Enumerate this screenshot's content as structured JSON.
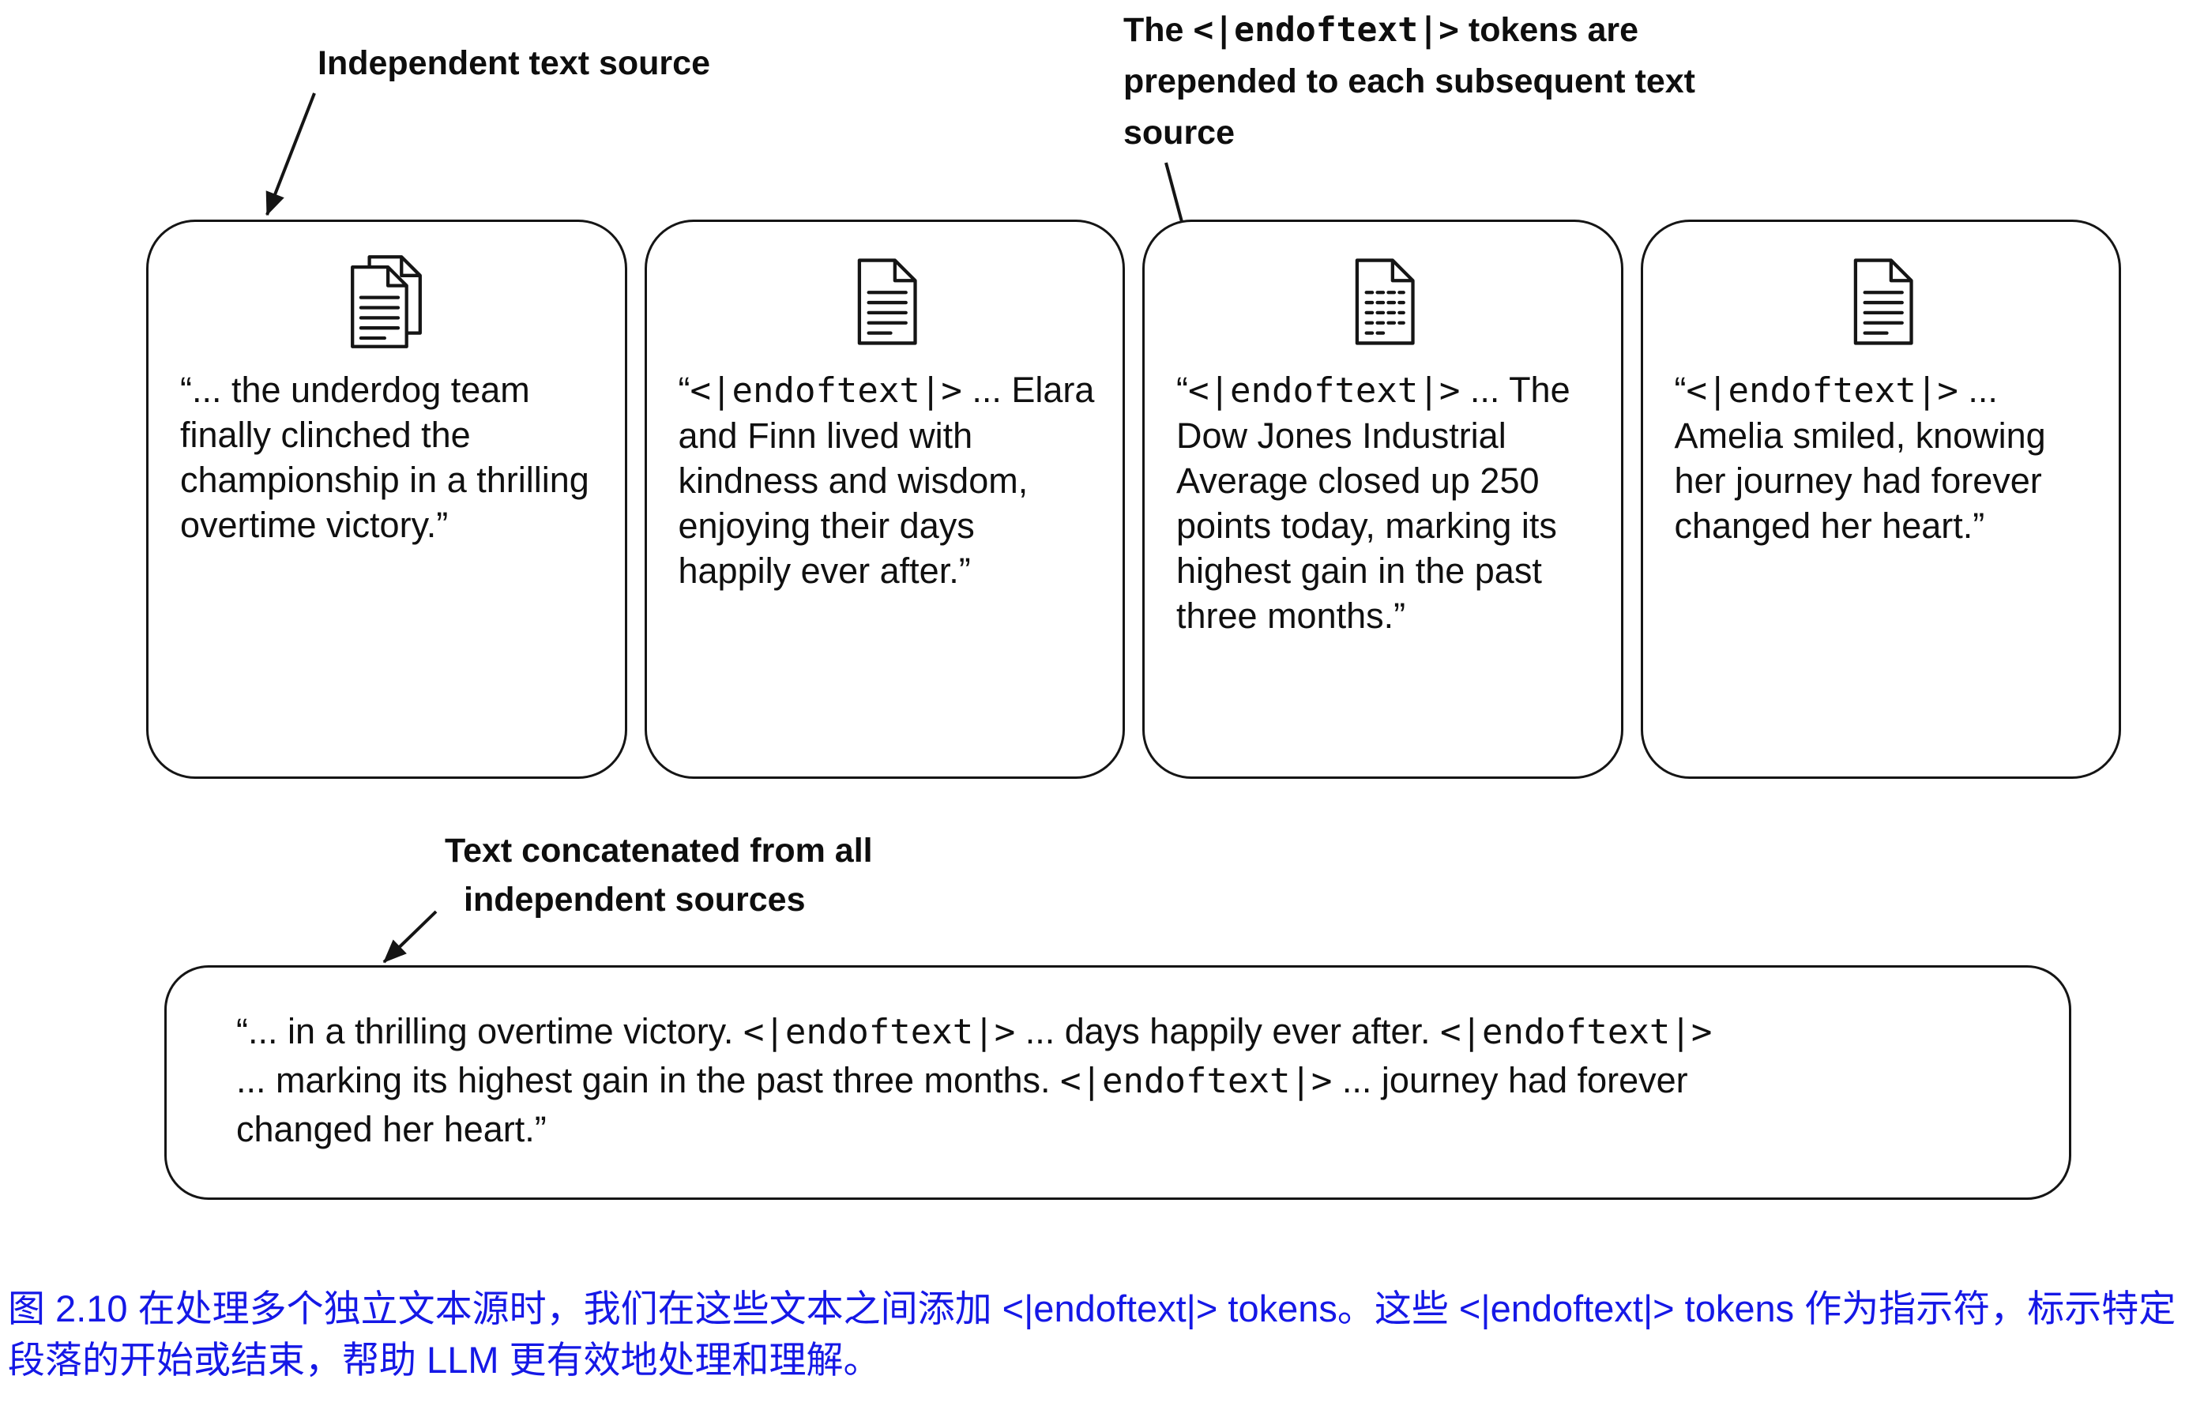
{
  "colors": {
    "caption": "#1518e6",
    "ink": "#151515"
  },
  "annotations": {
    "independent": {
      "text": "Independent text source"
    },
    "prepended": {
      "pre": "The ",
      "token": "<|endoftext|>",
      "post": " tokens are prepended to each subsequent text source"
    },
    "concatenated": {
      "line1": "Text concatenated from all",
      "line2": "independent sources"
    }
  },
  "boxes": [
    {
      "icon": "document-stack-icon",
      "text": "“... the underdog team finally clinched the championship in a thrilling overtime victory.”"
    },
    {
      "icon": "document-icon",
      "open": "“",
      "token": "<|endoftext|>",
      "rest": " ... Elara and Finn lived with kindness and wisdom, enjoying their days happily ever after.”"
    },
    {
      "icon": "document-dashed-icon",
      "open": "“",
      "token": "<|endoftext|>",
      "rest": " ... The Dow Jones Industrial Average closed up 250 points today, marking its highest gain in the past three months.”"
    },
    {
      "icon": "document-icon",
      "open": "“",
      "token": "<|endoftext|>",
      "rest": " ... Amelia smiled, knowing her journey had forever changed her heart.”"
    }
  ],
  "concatenated_box": {
    "lines": [
      [
        "“... in a thrilling overtime victory. ",
        "<|endoftext|>",
        " ... days happily ever after. ",
        "<|endoftext|>"
      ],
      [
        "... marking its highest gain in the past three months. ",
        "<|endoftext|>",
        " ... journey had forever"
      ],
      [
        "changed her heart.”"
      ]
    ]
  },
  "caption": {
    "text": "图 2.10 在处理多个独立文本源时，我们在这些文本之间添加 <|endoftext|> tokens。这些 <|endoftext|> tokens 作为指示符，标示特定段落的开始或结束，帮助 LLM 更有效地处理和理解。"
  }
}
